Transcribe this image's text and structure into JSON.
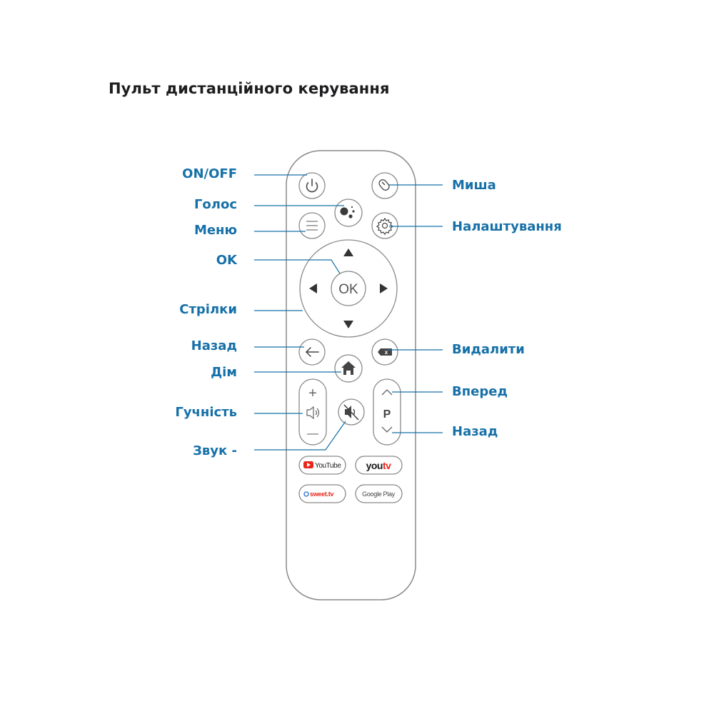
{
  "title": "Пульт дистанційного керування",
  "labels": {
    "on_off": "ON/OFF",
    "voice": "Голос",
    "menu": "Меню",
    "ok": "OK",
    "arrows": "Стрілки",
    "back": "Назад",
    "home": "Дім",
    "volume": "Гучність",
    "mute": "Звук -",
    "mouse": "Миша",
    "settings": "Налаштування",
    "delete": "Видалити",
    "forward": "Вперед",
    "back_right": "Назад"
  },
  "buttons": {
    "ok": "OK",
    "channel": "P",
    "vol_plus": "+",
    "vol_minus": "—",
    "delete_x": "x"
  },
  "apps": {
    "youtube": "YouTube",
    "youtv_you": "you",
    "youtv_tv": "tv",
    "sweettv": "sweet.tv",
    "googleplay": "Google Play"
  },
  "colors": {
    "label": "#1670a8",
    "line": "#1670a8",
    "outline": "#8a8a8a",
    "icon": "#555555",
    "youtube_red": "#e8271c"
  },
  "icons": [
    "power-icon",
    "mouse-icon",
    "google-assistant-icon",
    "menu-icon",
    "gear-icon",
    "arrow-up-icon",
    "arrow-down-icon",
    "arrow-left-icon",
    "arrow-right-icon",
    "back-arrow-icon",
    "home-icon",
    "backspace-icon",
    "speaker-icon",
    "mute-icon",
    "chevron-up-icon",
    "chevron-down-icon"
  ]
}
